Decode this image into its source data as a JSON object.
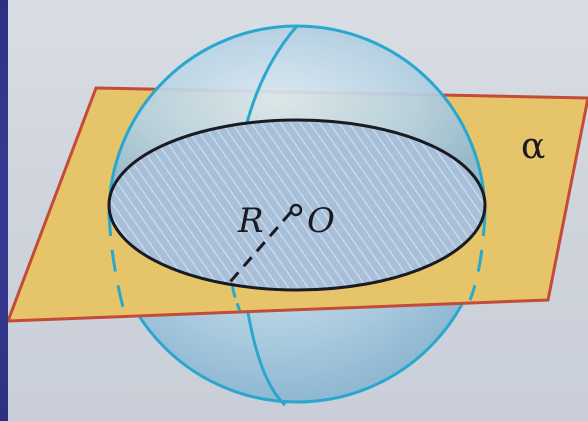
{
  "diagram": {
    "plane_label": "α",
    "radius_label": "R",
    "center_label": "O"
  },
  "colors": {
    "background": "#3a3f96",
    "plane_fill": "#e6c56a",
    "plane_edge": "#c44a3a",
    "sphere_outline": "#2aa7cf",
    "sphere_fill": "#a9c9de",
    "section_fill": "#9fb8d2",
    "section_edge": "#1a1a22"
  }
}
